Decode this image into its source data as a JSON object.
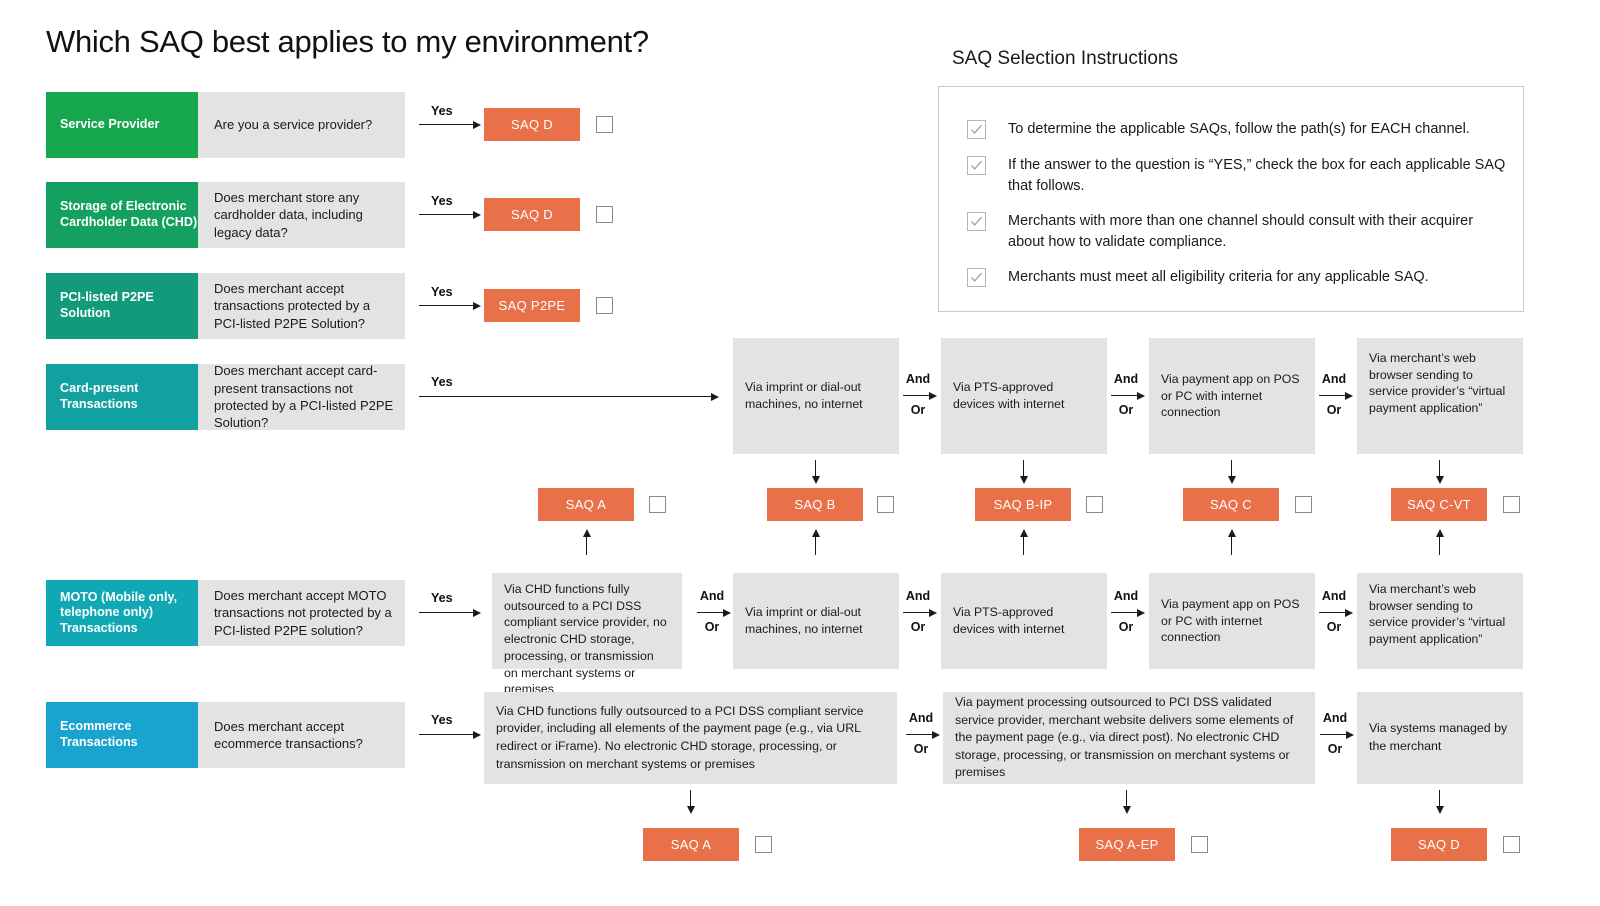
{
  "page": {
    "title": "Which SAQ best applies to my environment?",
    "instructions_title": "SAQ Selection Instructions"
  },
  "colors": {
    "orange": "#e8714a",
    "grey_box": "#e3e3e3",
    "tag_1": "#16a74c",
    "tag_2": "#14a05e",
    "tag_3": "#139a7d",
    "tag_4": "#12a1a1",
    "tag_5": "#0fa8b4",
    "tag_6": "#19a3cf",
    "panel_border": "#c9c9c9",
    "text": "#1a1a1a"
  },
  "instructions": {
    "items": [
      {
        "checked": true,
        "text": "To determine the applicable SAQs, follow the path(s) for EACH channel."
      },
      {
        "checked": true,
        "text": "If the answer to the question is “YES,” check the box for each applicable SAQ that follows."
      },
      {
        "checked": true,
        "text": "Merchants with more than one channel should consult with their acquirer about how to validate compliance."
      },
      {
        "checked": true,
        "text": "Merchants must meet all eligibility criteria for any applicable SAQ."
      }
    ]
  },
  "labels": {
    "yes": "Yes",
    "and": "And",
    "or": "Or"
  },
  "rows": {
    "service_provider": {
      "tag": "Service Provider",
      "question": "Are you a service provider?",
      "result": "SAQ D"
    },
    "chd_storage": {
      "tag": "Storage of Electronic Cardholder Data (CHD)",
      "question": "Does merchant store any cardholder data, including legacy data?",
      "result": "SAQ D"
    },
    "p2pe": {
      "tag": "PCI-listed P2PE Solution",
      "question": "Does merchant accept transactions protected by a PCI-listed P2PE Solution?",
      "result": "SAQ P2PE"
    },
    "card_present": {
      "tag": "Card-present Transactions",
      "question": "Does merchant accept card-present transactions not protected by a PCI-listed P2PE Solution?",
      "channels": [
        "Via imprint or dial-out machines, no internet",
        "Via PTS-approved devices with internet",
        "Via payment app on POS or PC with internet connection",
        "Via merchant’s web browser sending to service provider’s “virtual payment application”"
      ]
    },
    "moto": {
      "tag": "MOTO (Mobile only, telephone only) Transactions",
      "question": "Does merchant accept MOTO transactions not protected by a PCI-listed P2PE solution?",
      "channels": [
        "Via CHD functions fully outsourced to a PCI DSS compliant service provider, no electronic CHD storage, processing, or transmission on merchant systems or premises",
        "Via imprint or dial-out machines, no internet",
        "Via PTS-approved devices with internet",
        "Via payment app on POS or PC with internet connection",
        "Via merchant’s web browser sending to service provider’s “virtual payment application”"
      ]
    },
    "ecommerce": {
      "tag": "Ecommerce Transactions",
      "question": "Does merchant accept ecommerce transactions?",
      "channels": [
        "Via CHD functions fully outsourced to a PCI DSS compliant service provider, including all elements of the payment page (e.g., via URL redirect or iFrame). No electronic CHD storage, processing, or transmission on merchant systems or premises",
        "Via payment processing outsourced to PCI DSS validated service provider, merchant website delivers some elements of the payment page (e.g., via direct post). No electronic CHD storage, processing, or transmission on merchant systems or premises",
        "Via systems managed by the merchant"
      ]
    }
  },
  "saq_results": {
    "middle_row": [
      "SAQ A",
      "SAQ B",
      "SAQ B-IP",
      "SAQ C",
      "SAQ C-VT"
    ],
    "bottom_row": [
      "SAQ A",
      "SAQ A-EP",
      "SAQ D"
    ]
  }
}
